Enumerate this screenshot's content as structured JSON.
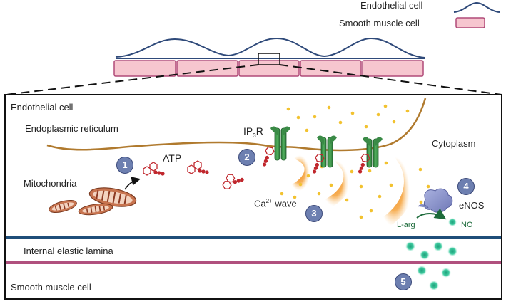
{
  "legend": {
    "endothelial_label": "Endothelial cell",
    "smooth_muscle_label": "Smooth muscle cell"
  },
  "labels": {
    "endothelial_cell": "Endothelial cell",
    "endoplasmic_reticulum": "Endoplasmic reticulum",
    "ip3r_main": "IP",
    "ip3r_sub": "3",
    "ip3r_end": "R",
    "cytoplasm": "Cytoplasm",
    "atp": "ATP",
    "mitochondria": "Mitochondria",
    "ca_main": "Ca",
    "ca_sup": "2+",
    "ca_end": " wave",
    "enos": "eNOS",
    "l_arg": "L-arg",
    "no": "NO",
    "internal_elastic_lamina": "Internal elastic lamina",
    "smooth_muscle_cell": "Smooth muscle cell"
  },
  "steps": [
    "1",
    "2",
    "3",
    "4",
    "5"
  ],
  "colors": {
    "endothelial_line": "#2f4a7a",
    "smooth_muscle_fill": "#f6c6cf",
    "smooth_muscle_stroke": "#b04a78",
    "er_line": "#b07a2e",
    "receptor": "#3a8a46",
    "ca_wave": "#f5a23a",
    "ca_dot": "#f2c230",
    "atp_red": "#c0272d",
    "mito": "#c8744f",
    "enos": "#8c94c8",
    "no": "#27b58a",
    "lamina_blue": "#1f4e79",
    "lamina_pink": "#b0507e",
    "step_circle": "#6d7fb0"
  }
}
